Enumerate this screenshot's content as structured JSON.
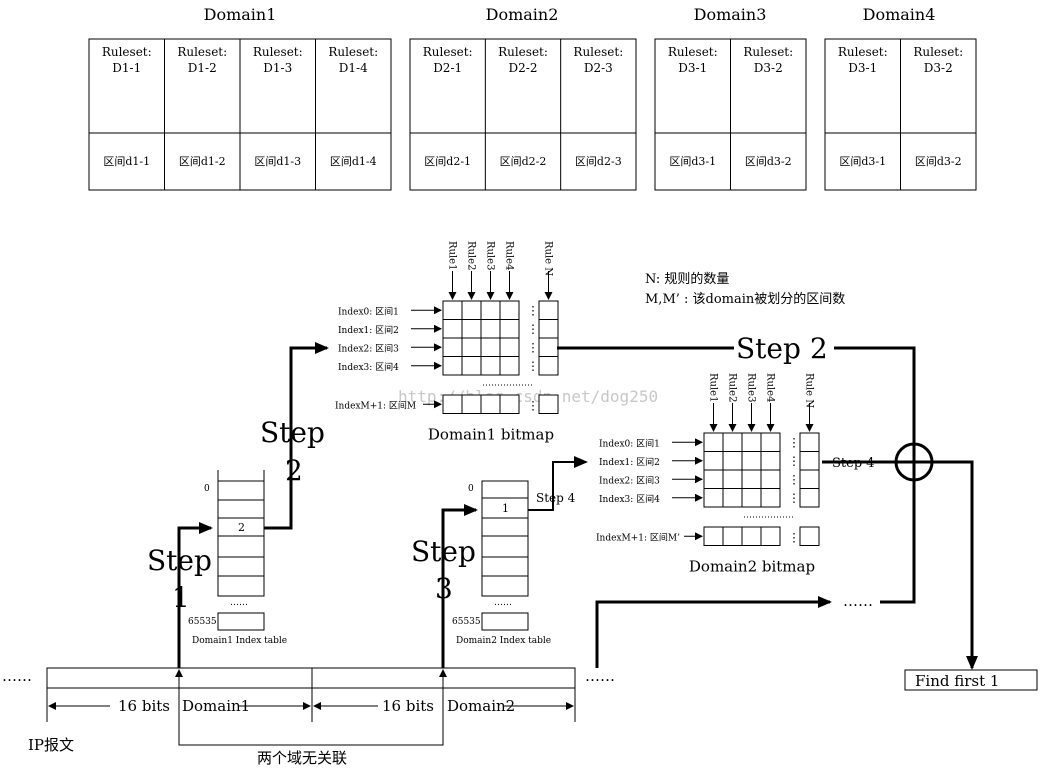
{
  "domains": [
    {
      "title": "Domain1",
      "rulesets": [
        "Ruleset:\nD1-1",
        "Ruleset:\nD1-2",
        "Ruleset:\nD1-3",
        "Ruleset:\nD1-4"
      ],
      "intervals": [
        "区间d1-1",
        "区间d1-2",
        "区间d1-3",
        "区间d1-4"
      ]
    },
    {
      "title": "Domain2",
      "rulesets": [
        "Ruleset:\nD2-1",
        "Ruleset:\nD2-2",
        "Ruleset:\nD2-3"
      ],
      "intervals": [
        "区间d2-1",
        "区间d2-2",
        "区间d2-3"
      ]
    },
    {
      "title": "Domain3",
      "rulesets": [
        "Ruleset:\nD3-1",
        "Ruleset:\nD3-2"
      ],
      "intervals": [
        "区间d3-1",
        "区间d3-2"
      ]
    },
    {
      "title": "Domain4",
      "rulesets": [
        "Ruleset:\nD3-1",
        "Ruleset:\nD3-2"
      ],
      "intervals": [
        "区间d3-1",
        "区间d3-2"
      ]
    }
  ],
  "legend": {
    "n": "N: 规则的数量",
    "m": "M,M’ : 该domain被划分的区间数"
  },
  "bitmap1": {
    "rules": [
      "Rule1",
      "Rule2",
      "Rule3",
      "Rule4"
    ],
    "rule_n": "Rule N",
    "indexes": [
      "Index0: 区间1",
      "Index1: 区间2",
      "Index2: 区间3",
      "Index3: 区间4"
    ],
    "index_last": "IndexM+1: 区间M",
    "caption": "Domain1 bitmap"
  },
  "bitmap2": {
    "rules": [
      "Rule1",
      "Rule2",
      "Rule3",
      "Rule4"
    ],
    "rule_n": "Rule N",
    "indexes": [
      "Index0: 区间1",
      "Index1: 区间2",
      "Index2: 区间3",
      "Index3: 区间4"
    ],
    "index_last": "IndexM+1: 区间M’",
    "caption": "Domain2 bitmap"
  },
  "steps": {
    "step1_word": "Step",
    "step1_num": "1",
    "step2_word": "Step",
    "step2_num": "2",
    "step3_word": "Step",
    "step3_num": "3",
    "step2_right": "Step 2",
    "step4_a": "Step 4",
    "step4_b": "Step 4"
  },
  "index_table1": {
    "top": "0",
    "value": "2",
    "bottom": "65535",
    "dots": "……",
    "caption": "Domain1 Index table"
  },
  "index_table2": {
    "top": "0",
    "value": "1",
    "bottom": "65535",
    "dots": "……",
    "caption": "Domain2 Index table"
  },
  "packet": {
    "bits1": "16 bits",
    "dom1": "Domain1",
    "bits2": "16 bits",
    "dom2": "Domain2",
    "ip_label": "IP报文",
    "assoc": "两个域无关联",
    "dots_left": "……",
    "dots_right": "……",
    "dots_mid": "……"
  },
  "find_first": "Find first 1",
  "watermark": "http://blog.csdn.net/dog250"
}
